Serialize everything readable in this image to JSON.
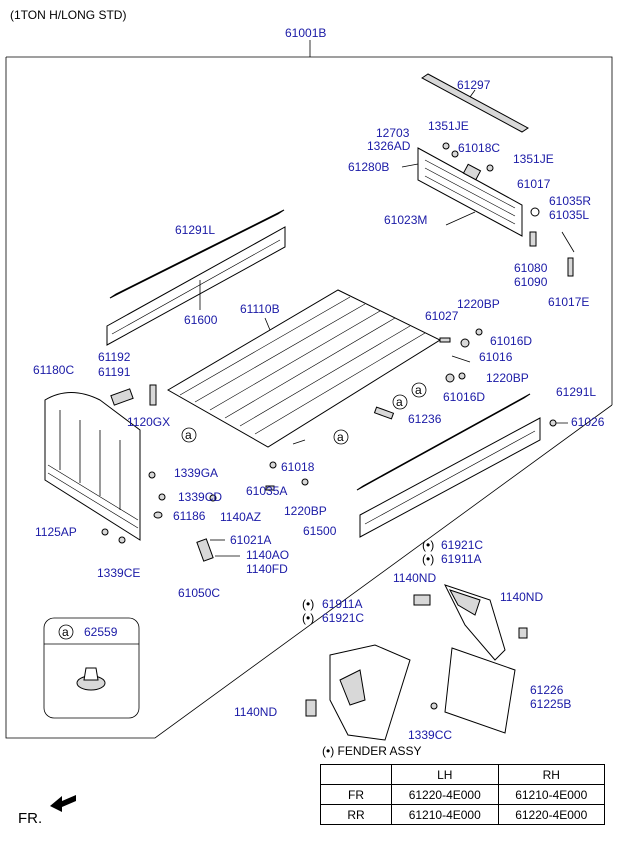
{
  "title": "(1TON H/LONG STD)",
  "assembly_number": "61001B",
  "callouts": {
    "p61297": "61297",
    "p12703": "12703",
    "p1326AD": "1326AD",
    "p1351JE_a": "1351JE",
    "p61018C": "61018C",
    "p1351JE_b": "1351JE",
    "p61280B": "61280B",
    "p61017": "61017",
    "p61035R": "61035R",
    "p61035L": "61035L",
    "p61023M": "61023M",
    "p61080": "61080",
    "p61090": "61090",
    "p61017E": "61017E",
    "p61291L_a": "61291L",
    "p61600": "61600",
    "p61110B": "61110B",
    "p61027": "61027",
    "p1220BP_a": "1220BP",
    "p61016D_a": "61016D",
    "p61016": "61016",
    "p1220BP_b": "1220BP",
    "p61016D_b": "61016D",
    "p61192": "61192",
    "p61191": "61191",
    "p61180C": "61180C",
    "p1120GX": "1120GX",
    "p61291L_b": "61291L",
    "p61026": "61026",
    "p61236": "61236",
    "p61018": "61018",
    "p1339GA": "1339GA",
    "p61035A": "61035A",
    "p1339CD": "1339CD",
    "p61186": "61186",
    "p1140AZ": "1140AZ",
    "p1220BP_c": "1220BP",
    "p61500": "61500",
    "p1125AP": "1125AP",
    "p61021A": "61021A",
    "p1140AO": "1140AO",
    "p1140FD": "1140FD",
    "p1339CE": "1339CE",
    "p61050C": "61050C",
    "p61921C_a": "61921C",
    "p61911A_a": "61911A",
    "p1140ND_a": "1140ND",
    "p1140ND_b": "1140ND",
    "p61911A_b": "61911A",
    "p61921C_b": "61921C",
    "p62559": "62559",
    "p61226": "61226",
    "p61225B": "61225B",
    "p1140ND_c": "1140ND",
    "p1339CC": "1339CC"
  },
  "ref_marker": "a",
  "star_marker": "(•)",
  "fender_table": {
    "note": "(•) FENDER ASSY",
    "headers": [
      "",
      "LH",
      "RH"
    ],
    "rows": [
      {
        "pos": "FR",
        "lh": "61220-4E000",
        "rh": "61210-4E000"
      },
      {
        "pos": "RR",
        "lh": "61210-4E000",
        "rh": "61220-4E000"
      }
    ]
  },
  "direction": "FR."
}
